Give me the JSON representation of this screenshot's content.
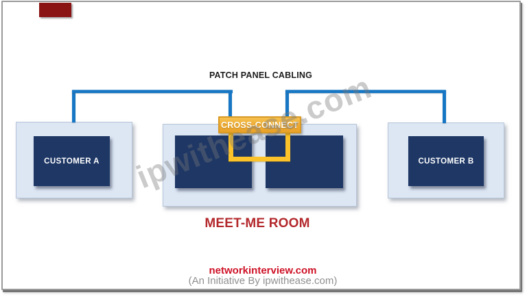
{
  "diagram": {
    "title": "PATCH PANEL CABLING",
    "customer_a": "CUSTOMER A",
    "customer_b": "CUSTOMER B",
    "cross_connect": "CROSS-CONNECT",
    "meet_me_room": "MEET-ME ROOM"
  },
  "watermark": {
    "text": "ipwithease.com"
  },
  "footer": {
    "site": "networkinterview.com",
    "tagline": "(An Initiative By ipwithease.com)"
  },
  "colors": {
    "cable_blue": "#1777C4",
    "cable_yellow": "#FCC229",
    "panel_navy": "#1E3765",
    "room_fill": "#DDE7F4",
    "room_border": "#B5C4D8",
    "cross_connect_fill": "#EFA92F",
    "cross_connect_border": "#D89A25",
    "meet_me_red": "#B3282C",
    "footer_red": "#CE1126",
    "frame_gray": "#9A9A9A",
    "corner_mark_red": "#8A1313"
  }
}
